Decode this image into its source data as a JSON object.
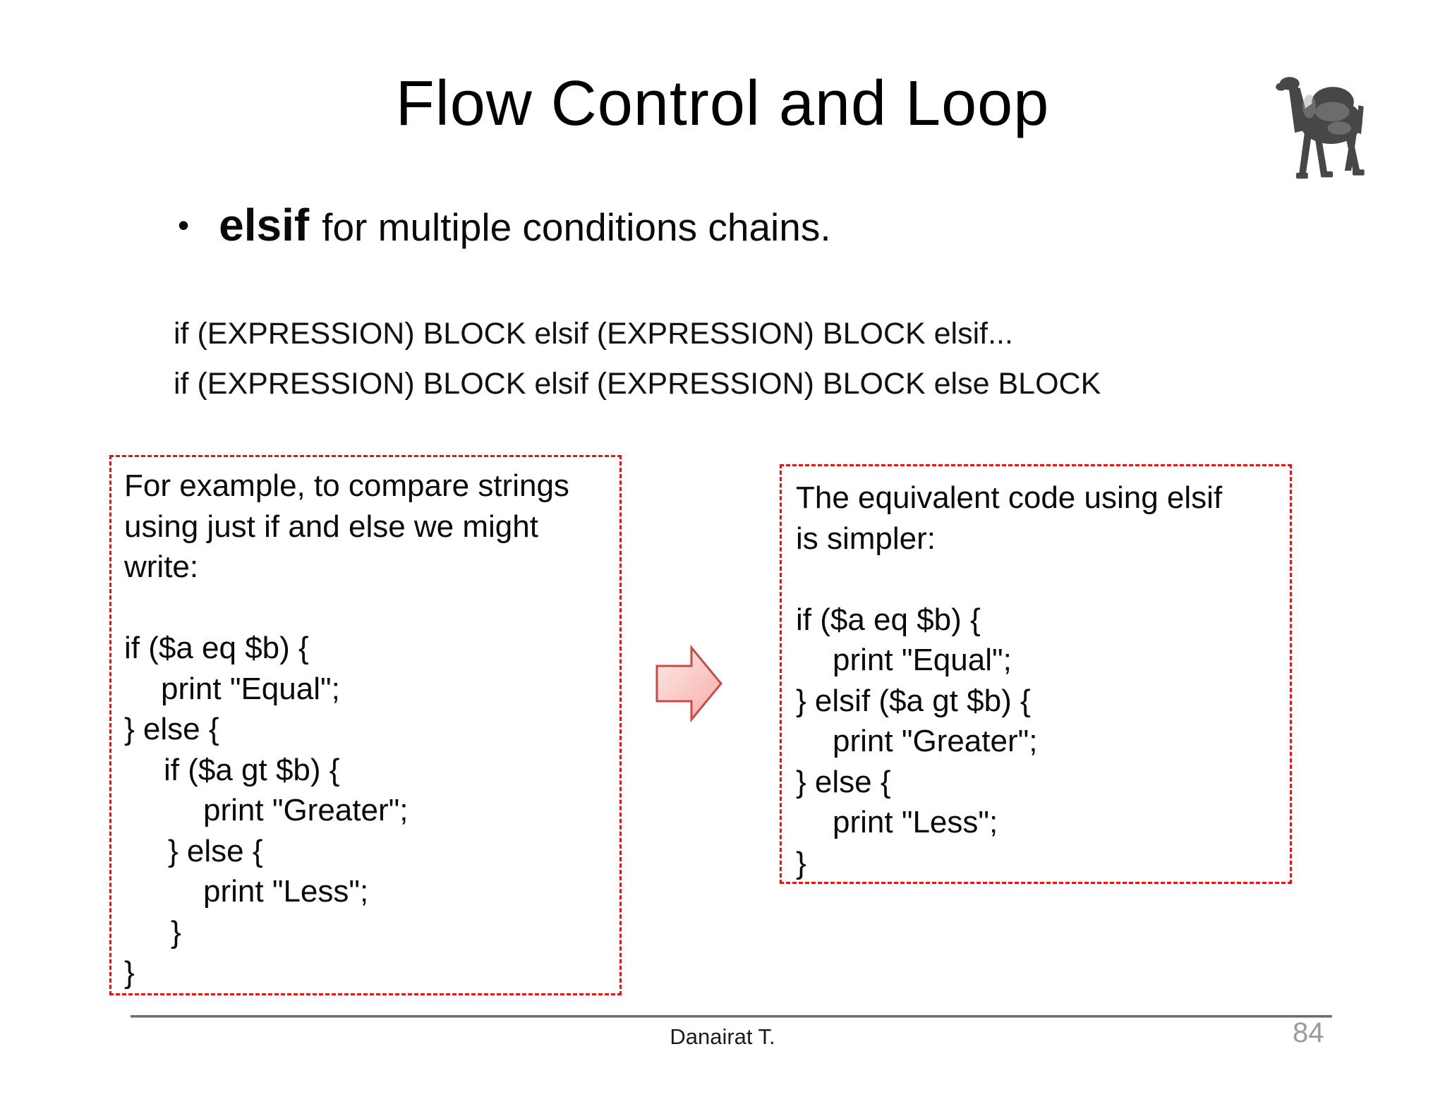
{
  "colors": {
    "box_border": "#ee1111",
    "arrow_border": "#cc4a45",
    "arrow_fill_light": "#fcebe9",
    "arrow_fill_dark": "#f6aca6",
    "footer_line": "#6e6e6e",
    "page_number_color": "#9b9b9b",
    "camel_color": "#474747"
  },
  "title": "Flow Control and Loop",
  "bullet": {
    "marker": "•",
    "keyword": "elsif",
    "text": "for multiple conditions chains."
  },
  "syntax_lines": [
    "if (EXPRESSION) BLOCK elsif (EXPRESSION) BLOCK elsif...",
    "if (EXPRESSION) BLOCK elsif (EXPRESSION) BLOCK else BLOCK"
  ],
  "left_box": {
    "lines": [
      {
        "text": "For example, to compare strings",
        "indent": 0
      },
      {
        "text": "using just if and else we might",
        "indent": 0
      },
      {
        "text": "write:",
        "indent": 0
      },
      {
        "text": "",
        "indent": 0
      },
      {
        "text": "if ($a eq $b) {",
        "indent": 0
      },
      {
        "text": "print \"Equal\";",
        "indent": 52
      },
      {
        "text": "} else {",
        "indent": 0
      },
      {
        "text": "if ($a gt $b) {",
        "indent": 56
      },
      {
        "text": "print \"Greater\";",
        "indent": 112
      },
      {
        "text": "} else {",
        "indent": 62
      },
      {
        "text": "print \"Less\";",
        "indent": 112
      },
      {
        "text": "}",
        "indent": 66
      },
      {
        "text": "}",
        "indent": 0
      }
    ]
  },
  "right_box": {
    "lines": [
      {
        "text": "The equivalent code using elsif",
        "indent": 0
      },
      {
        "text": "is simpler:",
        "indent": 0
      },
      {
        "text": "",
        "indent": 0
      },
      {
        "text": "if ($a eq $b) {",
        "indent": 0
      },
      {
        "text": "print \"Equal\";",
        "indent": 52
      },
      {
        "text": "} elsif ($a gt $b) {",
        "indent": 0
      },
      {
        "text": "print \"Greater\";",
        "indent": 52
      },
      {
        "text": "} else {",
        "indent": 0
      },
      {
        "text": "print \"Less\";",
        "indent": 52
      },
      {
        "text": "}",
        "indent": 0
      }
    ]
  },
  "footer": {
    "author": "Danairat T.",
    "page_number": "84"
  },
  "icons": {
    "camel": "perl-camel",
    "arrow": "right-block-arrow"
  }
}
